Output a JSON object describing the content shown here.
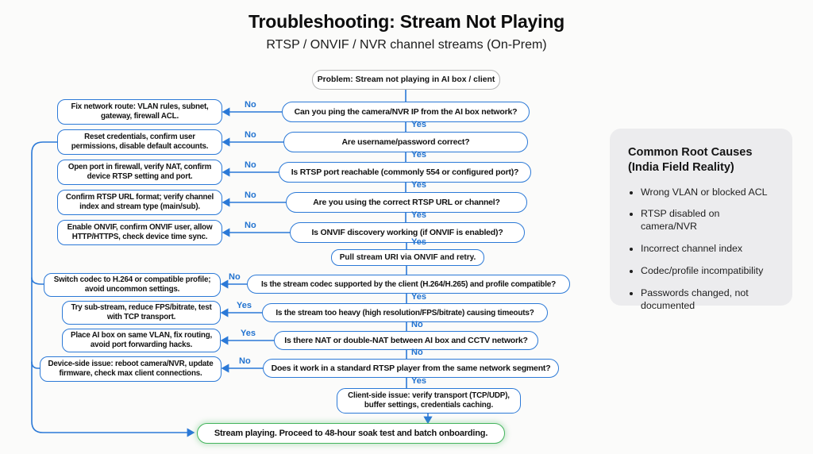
{
  "title": "Troubleshooting: Stream Not Playing",
  "subtitle": "RTSP / ONVIF / NVR channel streams (On-Prem)",
  "labels": {
    "yes": "Yes",
    "no": "No"
  },
  "flow": {
    "problem": "Problem: Stream not playing in AI box / client",
    "decisions": [
      "Can you ping the camera/NVR IP from the AI box network?",
      "Are username/password correct?",
      "Is RTSP port reachable (commonly 554 or configured port)?",
      "Are you using the correct RTSP URL or channel?",
      "Is ONVIF discovery working (if ONVIF is enabled)?",
      "Is the stream codec supported by the client (H.264/H.265) and profile compatible?",
      "Is the stream too heavy (high resolution/FPS/bitrate) causing timeouts?",
      "Is there NAT or double-NAT between AI box and CCTV network?",
      "Does it work in a standard RTSP player from the same network segment?"
    ],
    "fixes": [
      "Fix network route: VLAN rules, subnet, gateway, firewall ACL.",
      "Reset credentials, confirm user permissions, disable default accounts.",
      "Open port in firewall, verify NAT, confirm device RTSP setting and port.",
      "Confirm RTSP URL format; verify channel index and stream type (main/sub).",
      "Enable ONVIF, confirm ONVIF user, allow HTTP/HTTPS, check device time sync.",
      "Switch codec to H.264 or compatible profile; avoid uncommon settings.",
      "Try sub-stream, reduce FPS/bitrate, test with TCP transport.",
      "Place AI box on same VLAN, fix routing, avoid port forwarding hacks.",
      "Device-side issue: reboot camera/NVR, update firmware, check max client connections."
    ],
    "actions": {
      "pull_uri": "Pull stream URI via ONVIF and retry.",
      "client_side": "Client-side issue: verify transport (TCP/UDP), buffer settings, credentials caching."
    },
    "success": "Stream playing. Proceed to 48-hour soak test and batch onboarding."
  },
  "sidebar": {
    "title_line1": "Common Root Causes",
    "title_line2": "(India Field Reality)",
    "items": [
      "Wrong VLAN or blocked ACL",
      "RTSP disabled on camera/NVR",
      "Incorrect channel index",
      "Codec/profile incompatibility",
      "Passwords changed, not documented"
    ]
  },
  "colors": {
    "line_blue": "#2b79d7",
    "label_blue": "#2273d0",
    "success_green": "#43b45c",
    "problem_border": "#b6b6b6",
    "sidebar_bg": "#ececee",
    "background": "#fbfbfa"
  }
}
